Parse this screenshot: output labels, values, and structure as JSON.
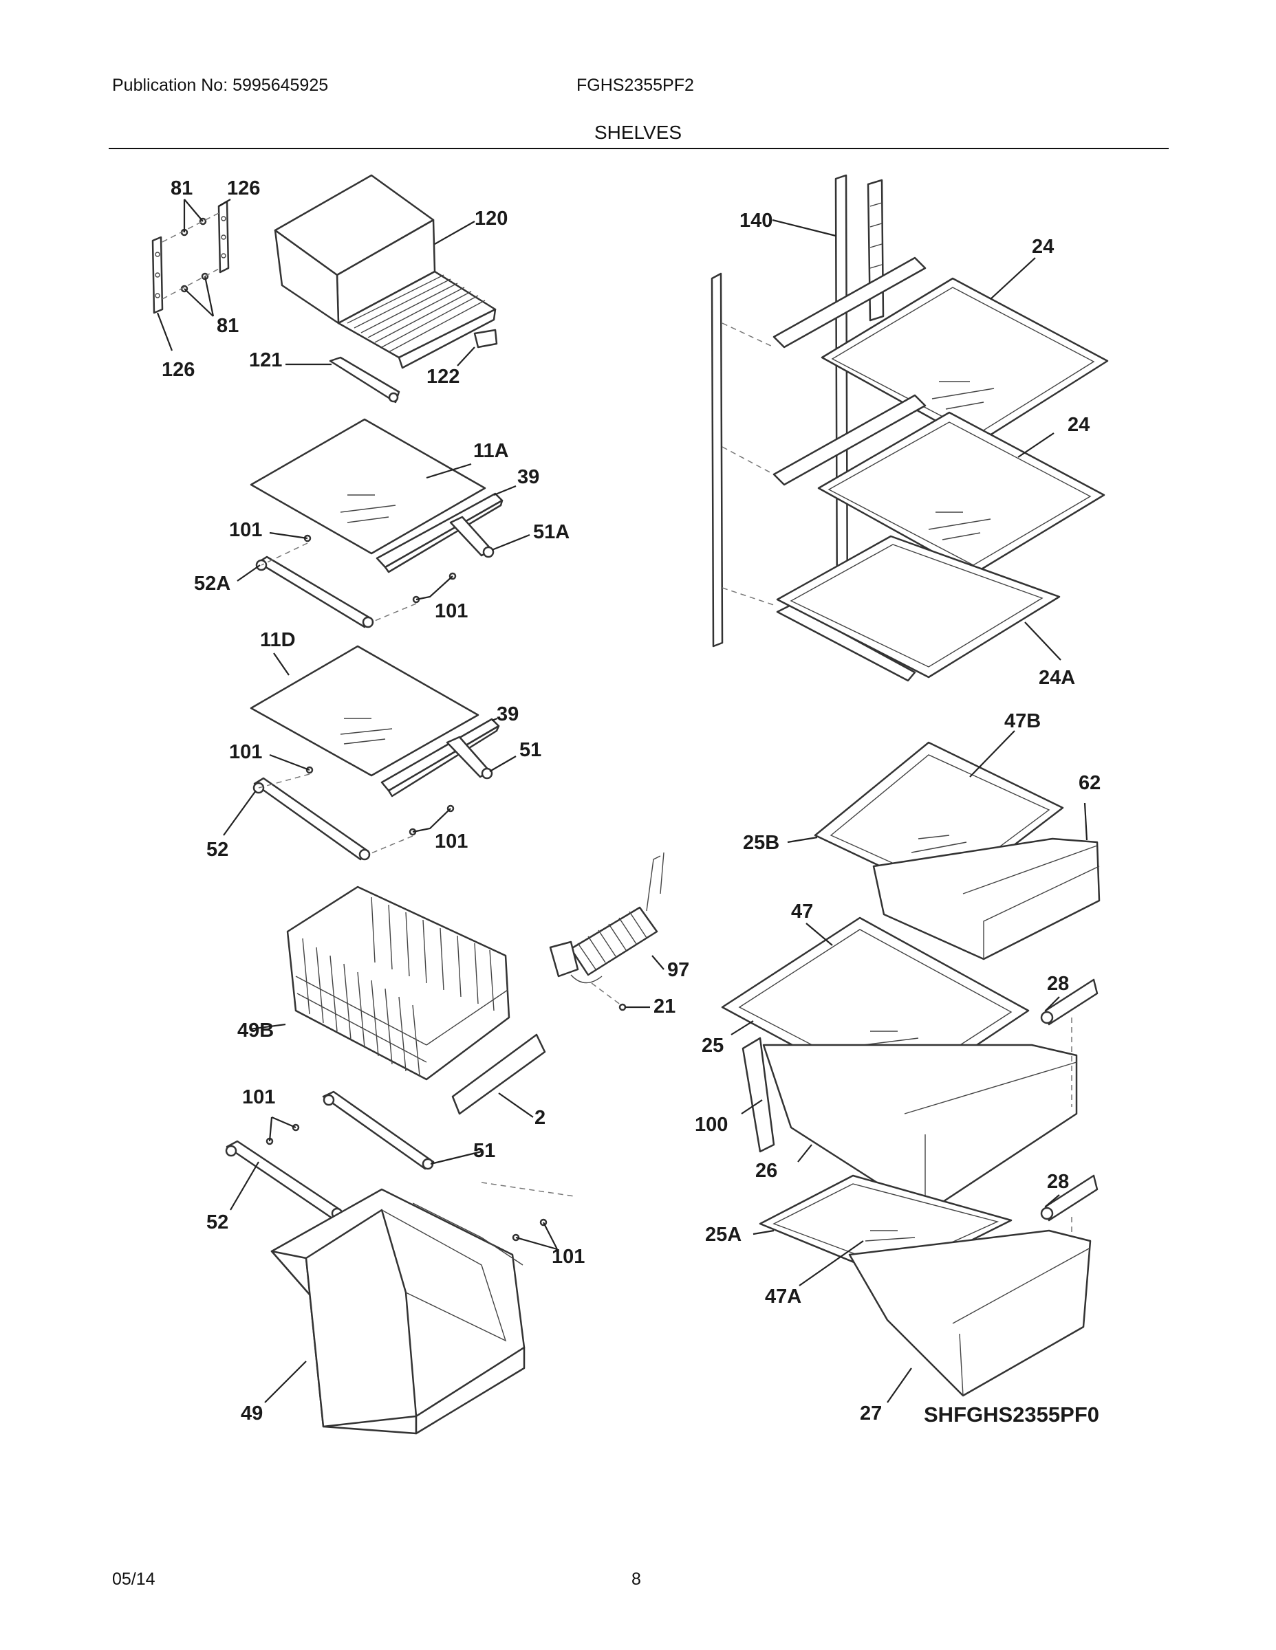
{
  "header": {
    "publication": "Publication No: 5995645925",
    "model": "FGHS2355PF2",
    "section_title": "SHELVES"
  },
  "diagram": {
    "callouts": {
      "c81a": "81",
      "c126a": "126",
      "c120": "120",
      "c81b": "81",
      "c126b": "126",
      "c121": "121",
      "c122": "122",
      "c11A": "11A",
      "c39a": "39",
      "c101a": "101",
      "c51A": "51A",
      "c52A": "52A",
      "c101b": "101",
      "c11D": "11D",
      "c39b": "39",
      "c101c": "101",
      "c51a": "51",
      "c52a": "52",
      "c101d": "101",
      "c49B": "49B",
      "c2": "2",
      "c97": "97",
      "c21": "21",
      "c101e": "101",
      "c51b": "51",
      "c52b": "52",
      "c101f": "101",
      "c49": "49",
      "c140": "140",
      "c24a": "24",
      "c24b": "24",
      "c24A": "24A",
      "c47B": "47B",
      "c62": "62",
      "c25B": "25B",
      "c47": "47",
      "c28a": "28",
      "c25": "25",
      "c100": "100",
      "c26": "26",
      "c28b": "28",
      "c25A": "25A",
      "c47A": "47A",
      "c27": "27"
    },
    "drawing_code": "SHFGHS2355PF0"
  },
  "footer": {
    "date": "05/14",
    "page": "8"
  }
}
